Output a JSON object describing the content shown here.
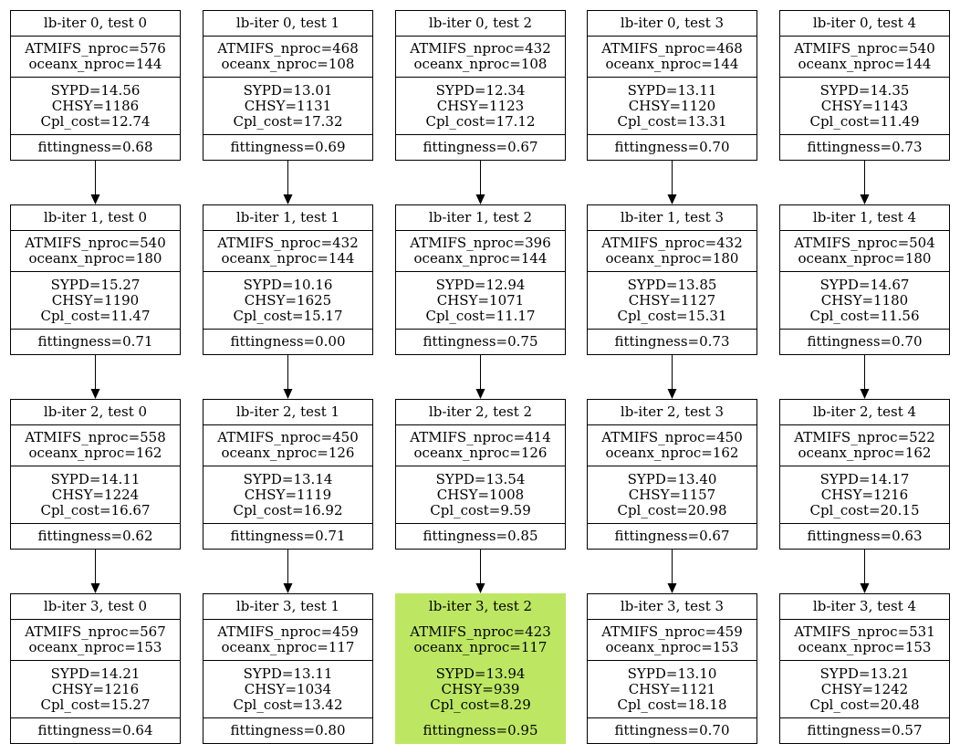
{
  "diagram": {
    "type": "load-balancing iteration graph",
    "best_fill_color": "#bde762",
    "columns": [
      {
        "nodes": [
          {
            "title": "lb-iter 0, test 0",
            "atm": "ATMIFS_nproc=576",
            "ocn": "oceanx_nproc=144",
            "sypd": "SYPD=14.56",
            "chsy": "CHSY=1186",
            "cpl": "Cpl_cost=12.74",
            "fit": "fittingness=0.68"
          },
          {
            "title": "lb-iter 1, test 0",
            "atm": "ATMIFS_nproc=540",
            "ocn": "oceanx_nproc=180",
            "sypd": "SYPD=15.27",
            "chsy": "CHSY=1190",
            "cpl": "Cpl_cost=11.47",
            "fit": "fittingness=0.71"
          },
          {
            "title": "lb-iter 2, test 0",
            "atm": "ATMIFS_nproc=558",
            "ocn": "oceanx_nproc=162",
            "sypd": "SYPD=14.11",
            "chsy": "CHSY=1224",
            "cpl": "Cpl_cost=16.67",
            "fit": "fittingness=0.62"
          },
          {
            "title": "lb-iter 3, test 0",
            "atm": "ATMIFS_nproc=567",
            "ocn": "oceanx_nproc=153",
            "sypd": "SYPD=14.21",
            "chsy": "CHSY=1216",
            "cpl": "Cpl_cost=15.27",
            "fit": "fittingness=0.64"
          }
        ]
      },
      {
        "nodes": [
          {
            "title": "lb-iter 0, test 1",
            "atm": "ATMIFS_nproc=468",
            "ocn": "oceanx_nproc=108",
            "sypd": "SYPD=13.01",
            "chsy": "CHSY=1131",
            "cpl": "Cpl_cost=17.32",
            "fit": "fittingness=0.69"
          },
          {
            "title": "lb-iter 1, test 1",
            "atm": "ATMIFS_nproc=432",
            "ocn": "oceanx_nproc=144",
            "sypd": "SYPD=10.16",
            "chsy": "CHSY=1625",
            "cpl": "Cpl_cost=15.17",
            "fit": "fittingness=0.00"
          },
          {
            "title": "lb-iter 2, test 1",
            "atm": "ATMIFS_nproc=450",
            "ocn": "oceanx_nproc=126",
            "sypd": "SYPD=13.14",
            "chsy": "CHSY=1119",
            "cpl": "Cpl_cost=16.92",
            "fit": "fittingness=0.71"
          },
          {
            "title": "lb-iter 3, test 1",
            "atm": "ATMIFS_nproc=459",
            "ocn": "oceanx_nproc=117",
            "sypd": "SYPD=13.11",
            "chsy": "CHSY=1034",
            "cpl": "Cpl_cost=13.42",
            "fit": "fittingness=0.80"
          }
        ]
      },
      {
        "nodes": [
          {
            "title": "lb-iter 0, test 2",
            "atm": "ATMIFS_nproc=432",
            "ocn": "oceanx_nproc=108",
            "sypd": "SYPD=12.34",
            "chsy": "CHSY=1123",
            "cpl": "Cpl_cost=17.12",
            "fit": "fittingness=0.67"
          },
          {
            "title": "lb-iter 1, test 2",
            "atm": "ATMIFS_nproc=396",
            "ocn": "oceanx_nproc=144",
            "sypd": "SYPD=12.94",
            "chsy": "CHSY=1071",
            "cpl": "Cpl_cost=11.17",
            "fit": "fittingness=0.75"
          },
          {
            "title": "lb-iter 2, test 2",
            "atm": "ATMIFS_nproc=414",
            "ocn": "oceanx_nproc=126",
            "sypd": "SYPD=13.54",
            "chsy": "CHSY=1008",
            "cpl": "Cpl_cost=9.59",
            "fit": "fittingness=0.85"
          },
          {
            "title": "lb-iter 3, test 2",
            "atm": "ATMIFS_nproc=423",
            "ocn": "oceanx_nproc=117",
            "sypd": "SYPD=13.94",
            "chsy": "CHSY=939",
            "cpl": "Cpl_cost=8.29",
            "fit": "fittingness=0.95",
            "best": true
          }
        ]
      },
      {
        "nodes": [
          {
            "title": "lb-iter 0, test 3",
            "atm": "ATMIFS_nproc=468",
            "ocn": "oceanx_nproc=144",
            "sypd": "SYPD=13.11",
            "chsy": "CHSY=1120",
            "cpl": "Cpl_cost=13.31",
            "fit": "fittingness=0.70"
          },
          {
            "title": "lb-iter 1, test 3",
            "atm": "ATMIFS_nproc=432",
            "ocn": "oceanx_nproc=180",
            "sypd": "SYPD=13.85",
            "chsy": "CHSY=1127",
            "cpl": "Cpl_cost=15.31",
            "fit": "fittingness=0.73"
          },
          {
            "title": "lb-iter 2, test 3",
            "atm": "ATMIFS_nproc=450",
            "ocn": "oceanx_nproc=162",
            "sypd": "SYPD=13.40",
            "chsy": "CHSY=1157",
            "cpl": "Cpl_cost=20.98",
            "fit": "fittingness=0.67"
          },
          {
            "title": "lb-iter 3, test 3",
            "atm": "ATMIFS_nproc=459",
            "ocn": "oceanx_nproc=153",
            "sypd": "SYPD=13.10",
            "chsy": "CHSY=1121",
            "cpl": "Cpl_cost=18.18",
            "fit": "fittingness=0.70"
          }
        ]
      },
      {
        "nodes": [
          {
            "title": "lb-iter 0, test 4",
            "atm": "ATMIFS_nproc=540",
            "ocn": "oceanx_nproc=144",
            "sypd": "SYPD=14.35",
            "chsy": "CHSY=1143",
            "cpl": "Cpl_cost=11.49",
            "fit": "fittingness=0.73"
          },
          {
            "title": "lb-iter 1, test 4",
            "atm": "ATMIFS_nproc=504",
            "ocn": "oceanx_nproc=180",
            "sypd": "SYPD=14.67",
            "chsy": "CHSY=1180",
            "cpl": "Cpl_cost=11.56",
            "fit": "fittingness=0.70"
          },
          {
            "title": "lb-iter 2, test 4",
            "atm": "ATMIFS_nproc=522",
            "ocn": "oceanx_nproc=162",
            "sypd": "SYPD=14.17",
            "chsy": "CHSY=1216",
            "cpl": "Cpl_cost=20.15",
            "fit": "fittingness=0.63"
          },
          {
            "title": "lb-iter 3, test 4",
            "atm": "ATMIFS_nproc=531",
            "ocn": "oceanx_nproc=153",
            "sypd": "SYPD=13.21",
            "chsy": "CHSY=1242",
            "cpl": "Cpl_cost=20.48",
            "fit": "fittingness=0.57"
          }
        ]
      }
    ]
  }
}
